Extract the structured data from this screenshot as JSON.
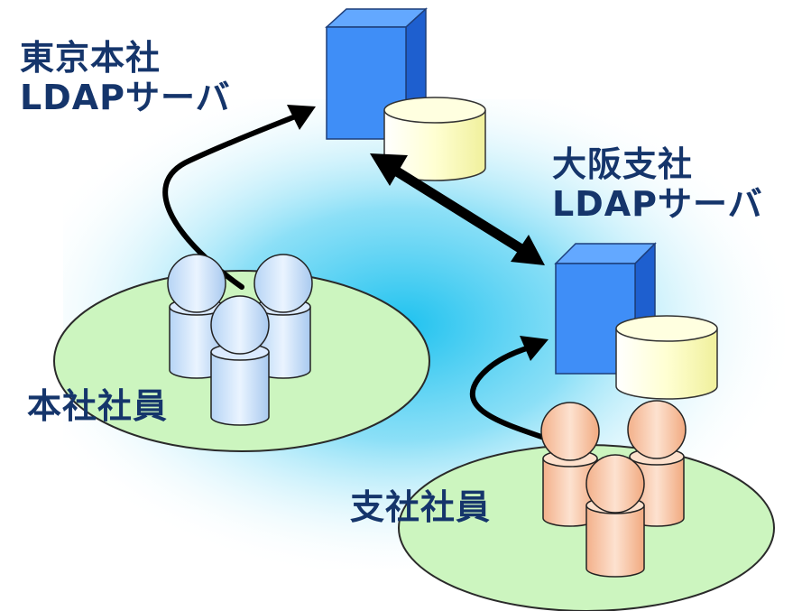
{
  "labels": {
    "tokyo_server": [
      "東京本社",
      "LDAPサーバ"
    ],
    "osaka_server": [
      "大阪支社",
      "LDAPサーバ"
    ],
    "hq_staff": "本社社員",
    "branch_staff": "支社社員"
  },
  "colors": {
    "server_front": "#3f8ef7",
    "server_side": "#1e5fcf",
    "server_top": "#63a8ff",
    "db_fill": "#ffffc4",
    "ellipse_fill": "#ccf5bf",
    "hq_person": "#d2e6fb",
    "branch_person": "#f8c6a6",
    "glow": "#29c6f0",
    "label": "#15356b"
  },
  "icons": [
    "server-icon",
    "database-icon",
    "person-icon",
    "double-arrow",
    "curved-arrow"
  ]
}
